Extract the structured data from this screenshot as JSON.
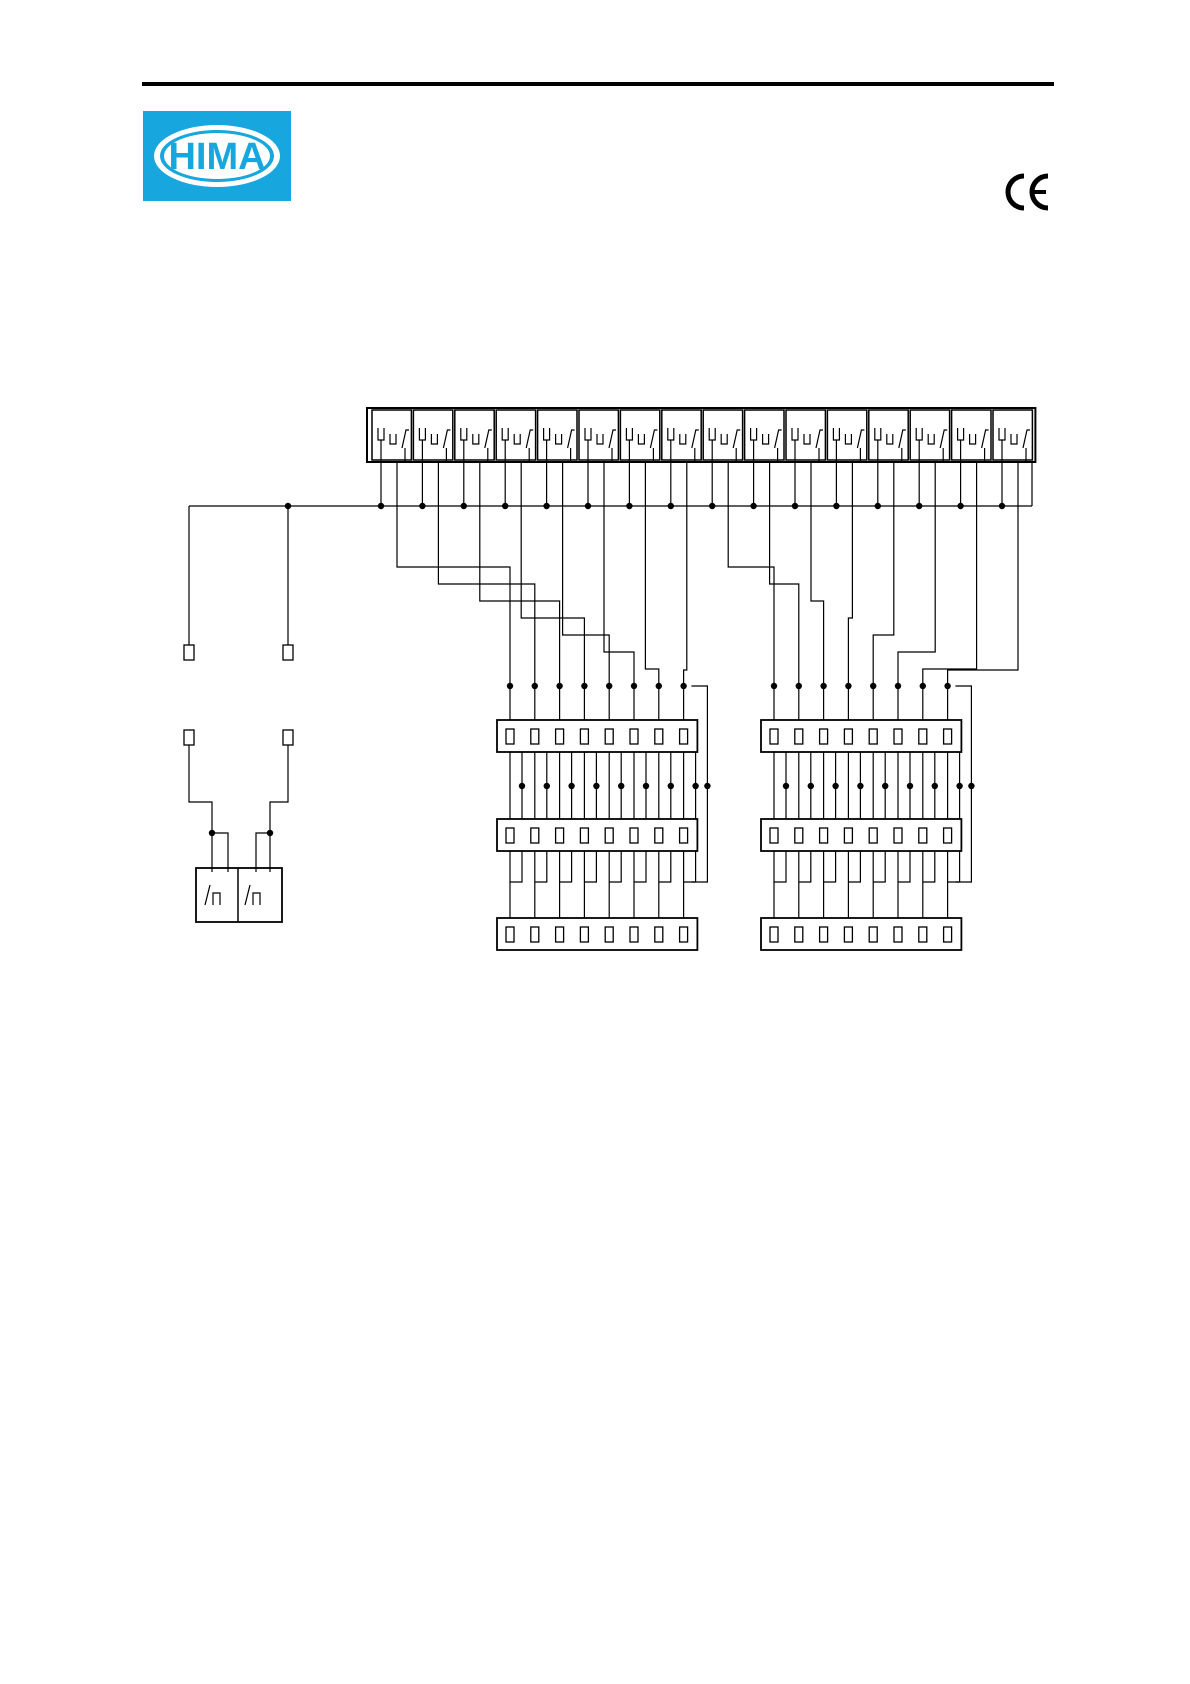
{
  "header": {
    "logo_text": "HIMA",
    "logo_color": "#17a6de",
    "ce_mark": "CE"
  },
  "diagram": {
    "relay_module_count": 16,
    "terminal_block_count": 6,
    "terminal_block_positions": 8,
    "fuse_count": 4,
    "line_color": "#000000"
  }
}
